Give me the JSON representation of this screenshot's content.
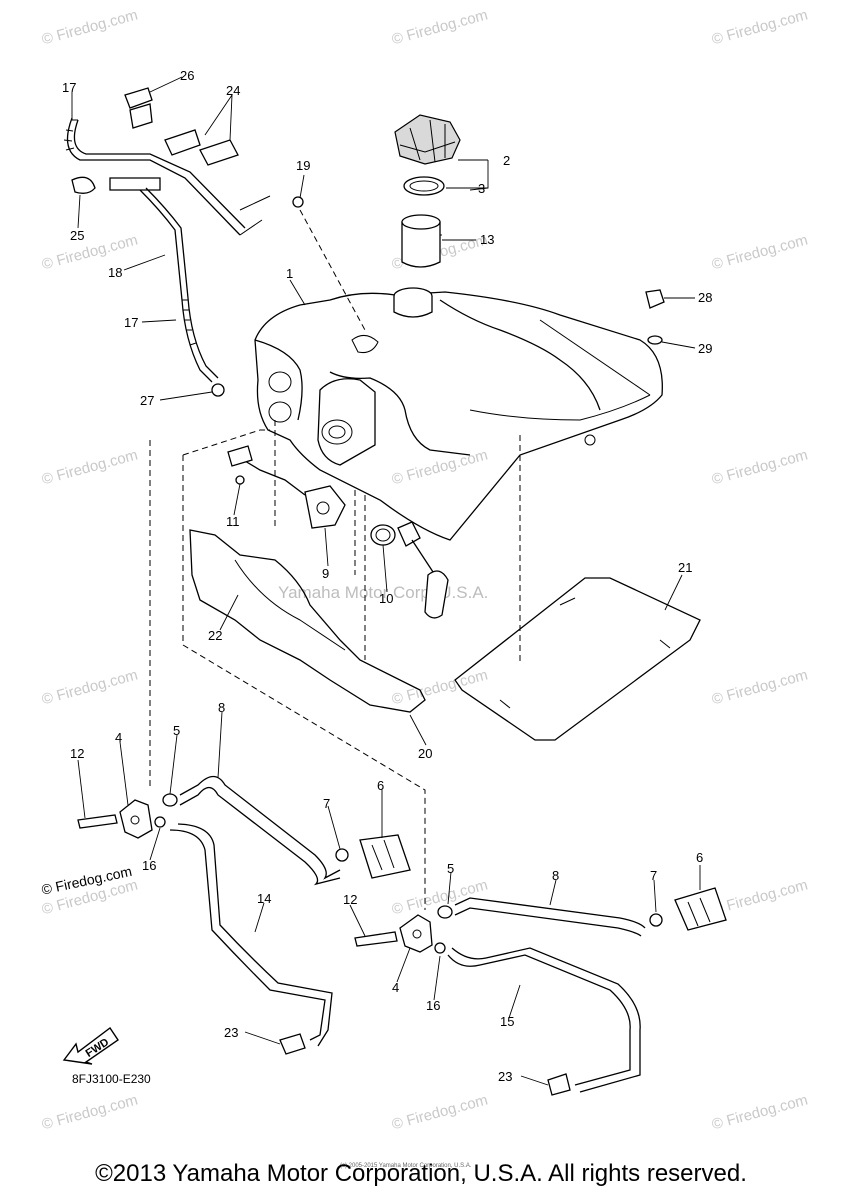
{
  "watermarks": [
    "© Firedog.com",
    "© Firedog.com",
    "© Firedog.com",
    "© Firedog.com",
    "© Firedog.com",
    "© Firedog.com",
    "© Firedog.com",
    "© Firedog.com",
    "© Firedog.com",
    "© Firedog.com",
    "© Firedog.com",
    "© Firedog.com",
    "© Firedog.com",
    "© Firedog.com",
    "© Firedog.com",
    "© Firedog.com",
    "© Firedog.com",
    "© Firedog.com",
    "© Firedog.com"
  ],
  "center_watermark": "Yamaha Motor Corp, U.S.A.",
  "callouts": [
    "1",
    "2",
    "3",
    "4",
    "4",
    "5",
    "5",
    "6",
    "6",
    "7",
    "7",
    "8",
    "8",
    "9",
    "10",
    "11",
    "12",
    "12",
    "13",
    "14",
    "15",
    "16",
    "16",
    "17",
    "17",
    "18",
    "19",
    "20",
    "21",
    "22",
    "23",
    "23",
    "24",
    "25",
    "26",
    "27",
    "28",
    "29"
  ],
  "fwd_label": "FWD",
  "diagram_code": "8FJ3100-E230",
  "fine_print": "(c) 2005-2015 Yamaha Motor Corporation, U.S.A.",
  "copyright": "©2013 Yamaha Motor Corporation, U.S.A. All rights reserved."
}
